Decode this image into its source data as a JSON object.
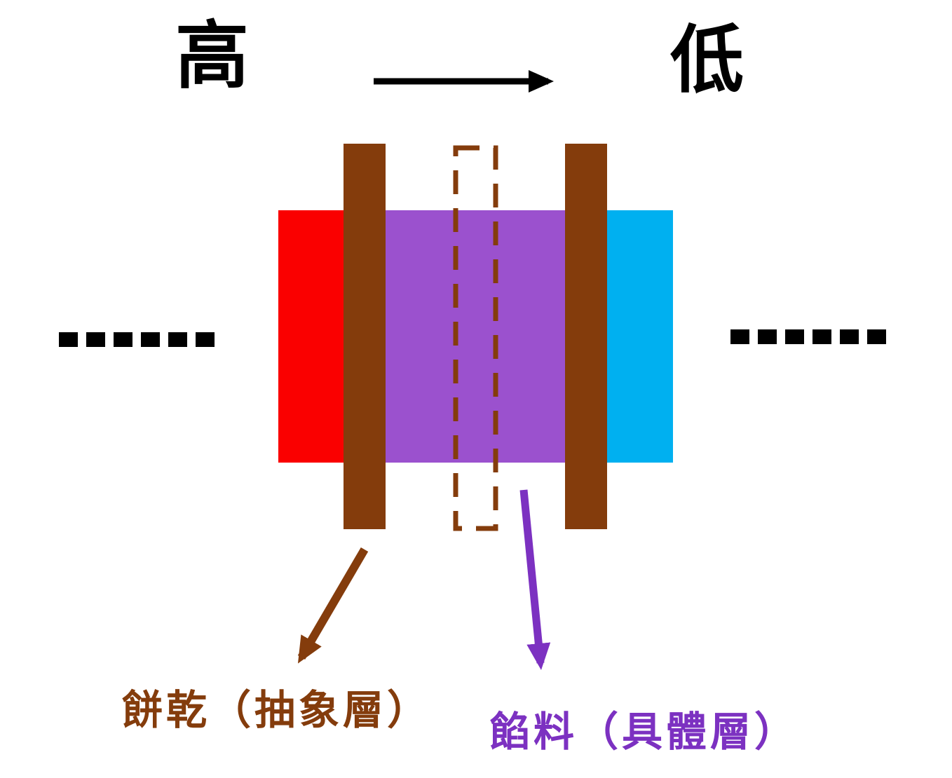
{
  "header": {
    "high_label": "高",
    "low_label": "低"
  },
  "diagram": {
    "dots_left": "......",
    "dots_right": "......"
  },
  "annotations": {
    "cookie_label": "餅乾（抽象層）",
    "filling_label": "餡料（具體層）"
  },
  "colors": {
    "red_block": "#fa0000",
    "brown_cookie": "#843c0c",
    "purple_filling": "#9b51ce",
    "blue_block": "#00b0f0",
    "arrow_black": "#000000",
    "label_brown": "#843c0c",
    "label_purple": "#7c31c1"
  }
}
